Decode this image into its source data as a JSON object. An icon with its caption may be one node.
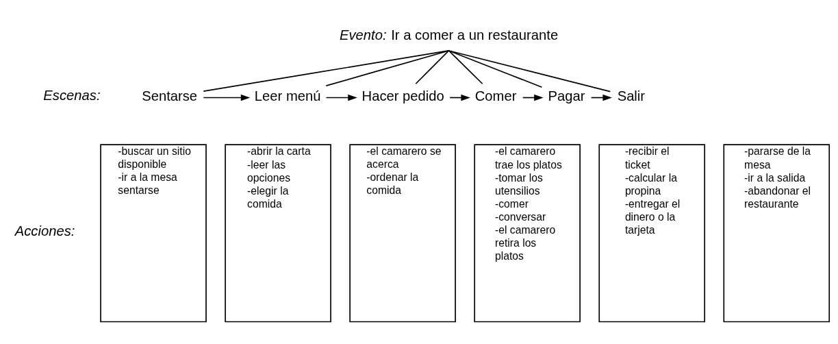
{
  "diagram": {
    "nodes": [
      {
        "text": [
          "*Evento:* Ir a comer a un restaurante"
        ]
      },
      {
        "text": [
          "Sentarse"
        ]
      },
      {
        "text": [
          "Leer menú"
        ]
      },
      {
        "text": [
          "Hacer pedido"
        ]
      },
      {
        "text": [
          "Comer"
        ]
      },
      {
        "text": [
          "Pagar"
        ]
      },
      {
        "text": [
          "Salir"
        ]
      },
      {
        "text": [
          "-buscar un sitio disponible",
          "-ir a la mesa sentarse"
        ]
      },
      {
        "text": [
          "-abrir la carta",
          "-leer las opciones",
          "-elegir la comida"
        ]
      },
      {
        "text": [
          "-el camarero se acerca",
          "-ordenar la comida"
        ]
      },
      {
        "text": [
          "-el camarero trae los platos",
          "-tomar los utensilios",
          "-comer",
          "-conversar",
          "-el camarero retira los platos"
        ]
      },
      {
        "text": [
          "-recibir el ticket",
          "-calcular la propina",
          "-entregar el dinero o la tarjeta"
        ]
      },
      {
        "text": [
          "-pararse de la mesa",
          "-ir a la salida",
          "-abandonar el restaurante"
        ]
      }
    ],
    "edges": [
      {
        "from": 0,
        "to": 1,
        "arrow": "none"
      },
      {
        "from": 0,
        "to": 2,
        "arrow": "none"
      },
      {
        "from": 0,
        "to": 3,
        "arrow": "none"
      },
      {
        "from": 0,
        "to": 4,
        "arrow": "none"
      },
      {
        "from": 0,
        "to": 5,
        "arrow": "none"
      },
      {
        "from": 0,
        "to": 6,
        "arrow": "none"
      },
      {
        "from": 1,
        "to": 2,
        "arrow": "to"
      },
      {
        "from": 2,
        "to": 3,
        "arrow": "to"
      },
      {
        "from": 3,
        "to": 4,
        "arrow": "to"
      },
      {
        "from": 4,
        "to": 5,
        "arrow": "to"
      },
      {
        "from": 5,
        "to": 6,
        "arrow": "to"
      }
    ],
    "labels": [
      "Escenas:",
      "Acciones:"
    ]
  }
}
